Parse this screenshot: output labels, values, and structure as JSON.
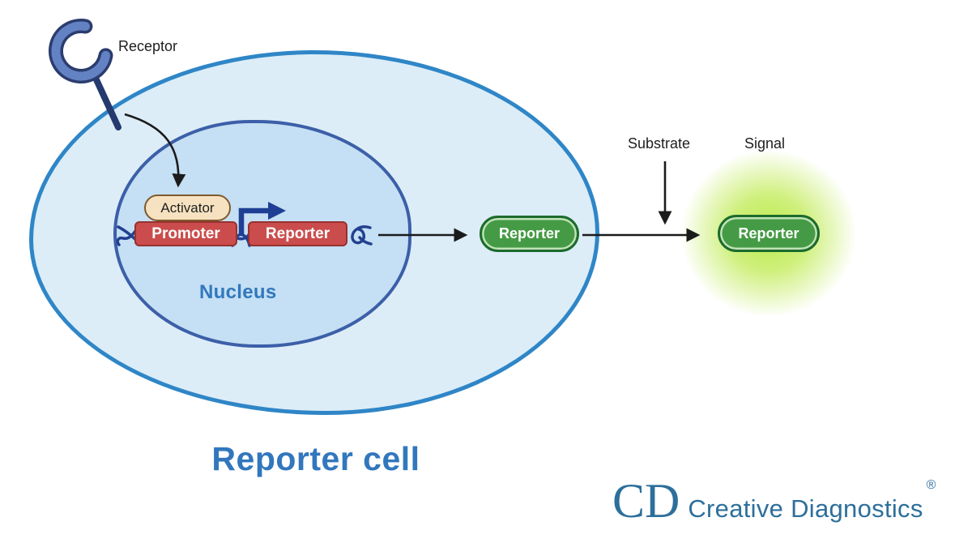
{
  "diagram": {
    "receptor_label": "Receptor",
    "nucleus_label": "Nucleus",
    "activator_label": "Activator",
    "promoter_label": "Promoter",
    "reporter_gene_label": "Reporter",
    "reporter_protein_label": "Reporter",
    "reporter_signal_label": "Reporter",
    "substrate_label": "Substrate",
    "signal_label": "Signal",
    "cell_caption": "Reporter cell",
    "colors": {
      "cell_fill": "#dcedf8",
      "cell_border": "#2f86c7",
      "nucleus_fill": "#c5dff4",
      "nucleus_border": "#3c5fa8",
      "activator_fill": "#f6e2c0",
      "activator_border": "#7e5a2e",
      "gene_fill": "#cb4c4c",
      "gene_border": "#96312f",
      "reporter_fill": "#459b45",
      "reporter_border": "#1d6b2c",
      "dna_strand": "#23408f",
      "transcription_arrow": "#1e3f94",
      "receptor_fill": "#6382c3",
      "receptor_outline": "#2b3c6d",
      "glow": "#bae944",
      "caption_blue": "#3277bd",
      "arrow_black": "#1b1b1b",
      "logo_blue": "#2d6f9b"
    }
  },
  "logo": {
    "monogram": "CD",
    "name": "Creative Diagnostics",
    "registered_mark": "®"
  }
}
